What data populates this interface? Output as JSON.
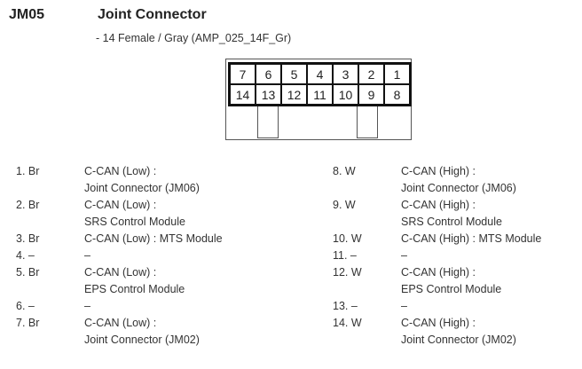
{
  "header": {
    "code": "JM05",
    "title": "Joint Connector",
    "subtitle": "- 14 Female / Gray (AMP_025_14F_Gr)"
  },
  "connector": {
    "top_row": [
      "7",
      "6",
      "5",
      "4",
      "3",
      "2",
      "1"
    ],
    "bottom_row": [
      "14",
      "13",
      "12",
      "11",
      "10",
      "9",
      "8"
    ]
  },
  "pins_left": [
    {
      "num": "1. Br",
      "desc": "C-CAN (Low) :\nJoint Connector (JM06)"
    },
    {
      "num": "2. Br",
      "desc": "C-CAN (Low) :\nSRS Control Module"
    },
    {
      "num": "3. Br",
      "desc": "C-CAN (Low) : MTS Module"
    },
    {
      "num": "4. –",
      "desc": "–"
    },
    {
      "num": "5. Br",
      "desc": "C-CAN (Low) :\nEPS Control Module"
    },
    {
      "num": "6. –",
      "desc": "–"
    },
    {
      "num": "7. Br",
      "desc": "C-CAN (Low) :\nJoint Connector (JM02)"
    }
  ],
  "pins_right": [
    {
      "num": "8. W",
      "desc": "C-CAN (High) :\nJoint Connector (JM06)"
    },
    {
      "num": "9. W",
      "desc": "C-CAN (High) :\nSRS Control Module"
    },
    {
      "num": "10. W",
      "desc": "C-CAN (High) : MTS Module"
    },
    {
      "num": "11. –",
      "desc": "–"
    },
    {
      "num": "12. W",
      "desc": "C-CAN (High) :\nEPS Control Module"
    },
    {
      "num": "13. –",
      "desc": "–"
    },
    {
      "num": "14. W",
      "desc": "C-CAN (High) :\nJoint Connector (JM02)"
    }
  ]
}
